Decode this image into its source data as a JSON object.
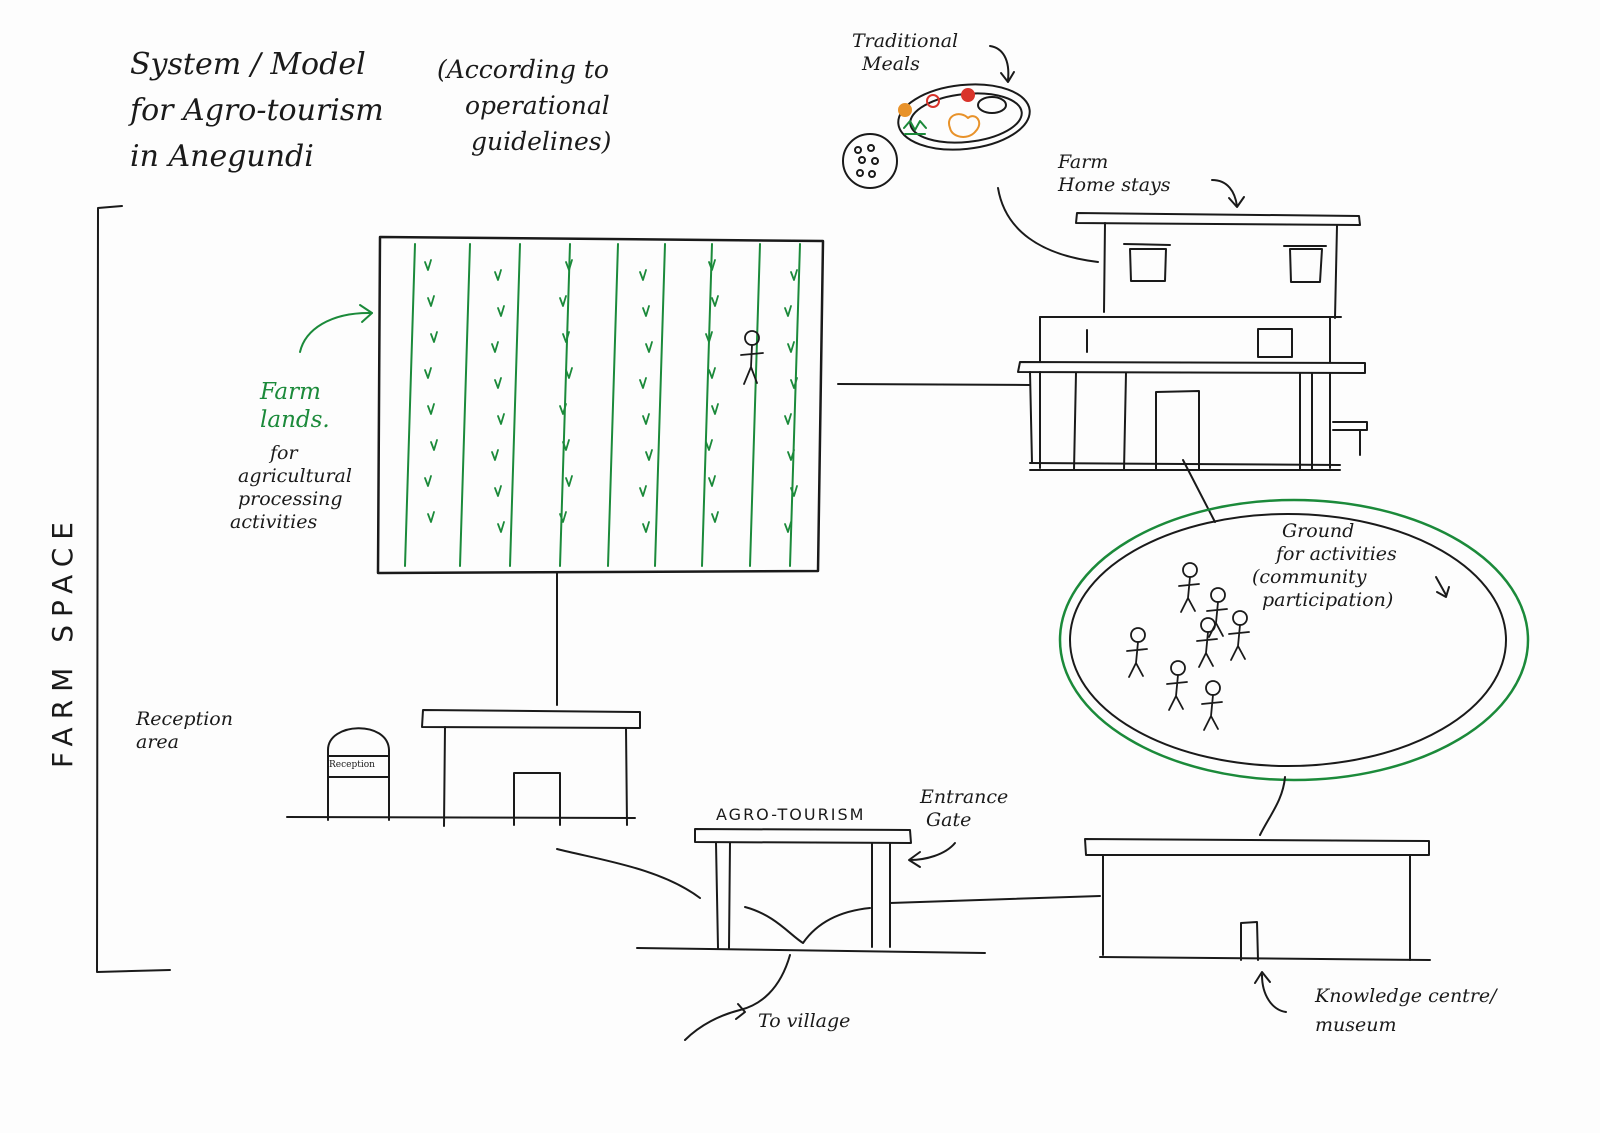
{
  "title": {
    "line1": "System / Model",
    "line2": "for Agro-tourism",
    "line3": "in Anegundi"
  },
  "subtitle": {
    "line1": "(According to",
    "line2": "operational",
    "line3": "guidelines)"
  },
  "farm_space_label": "FARM SPACE",
  "meals": {
    "line1": "Traditional",
    "line2": "Meals"
  },
  "homestays": {
    "line1": "Farm",
    "line2": "Home stays"
  },
  "farmlands": {
    "line1": "Farm",
    "line2": "lands.",
    "line3": "for",
    "line4": "agricultural",
    "line5": "processing",
    "line6": "activities"
  },
  "ground": {
    "line1": "Ground",
    "line2": "for activities",
    "line3": "(community",
    "line4": "participation)"
  },
  "reception": {
    "line1": "Reception",
    "line2": "area",
    "booth_sign": "Reception"
  },
  "gate": {
    "sign": "AGRO-TOURISM",
    "label_line1": "Entrance",
    "label_line2": "Gate"
  },
  "village": "To village",
  "knowledge": {
    "line1": "Knowledge centre/",
    "line2": "museum"
  },
  "colors": {
    "ink": "#1a1a1a",
    "green": "#1b8a3a",
    "red": "#d9342b",
    "orange": "#e8922a"
  }
}
